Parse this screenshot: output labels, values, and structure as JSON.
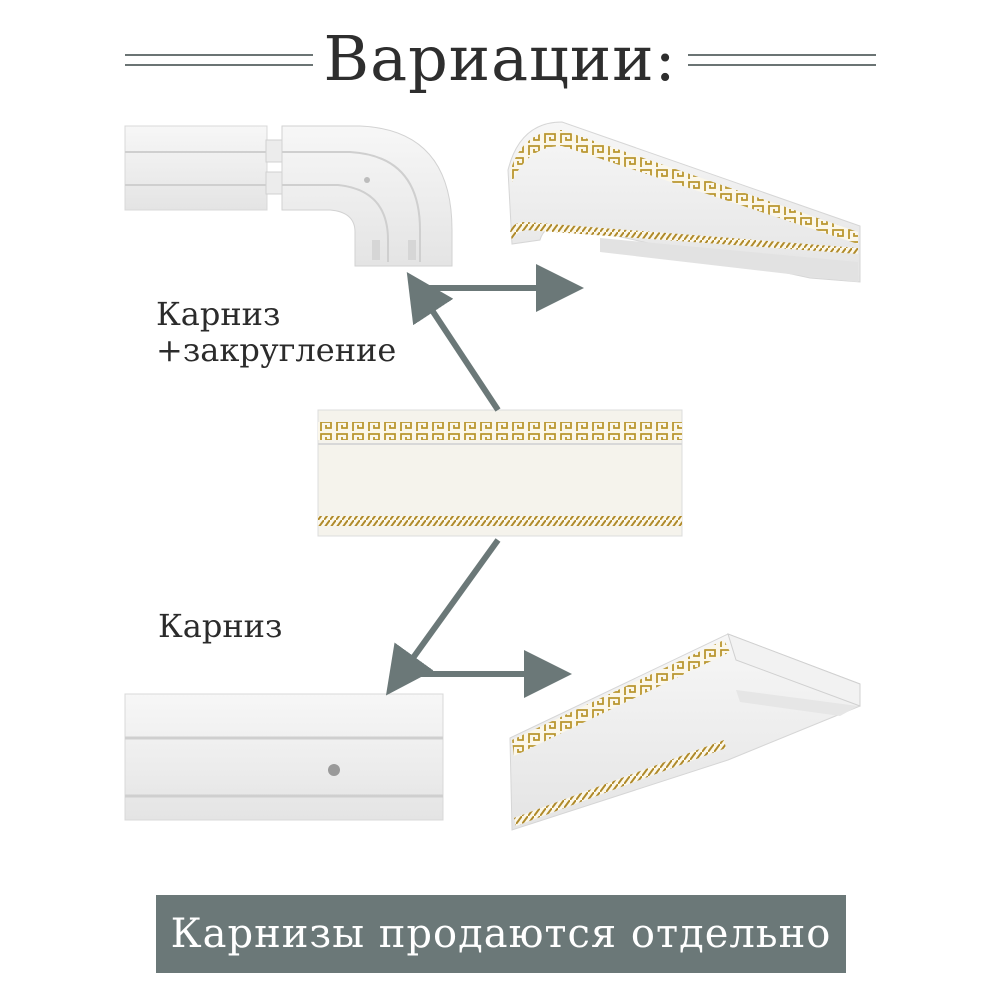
{
  "title": "Вариации:",
  "labels": {
    "rounded_line1": "Карниз",
    "rounded_line2": "+закругление",
    "straight": "Карниз"
  },
  "banner": "Карнизы продаются отдельно",
  "colors": {
    "arrow": "#6b7878",
    "gold": "#b9962f",
    "banner_bg": "#6b7878",
    "text": "#2e2e2e"
  }
}
